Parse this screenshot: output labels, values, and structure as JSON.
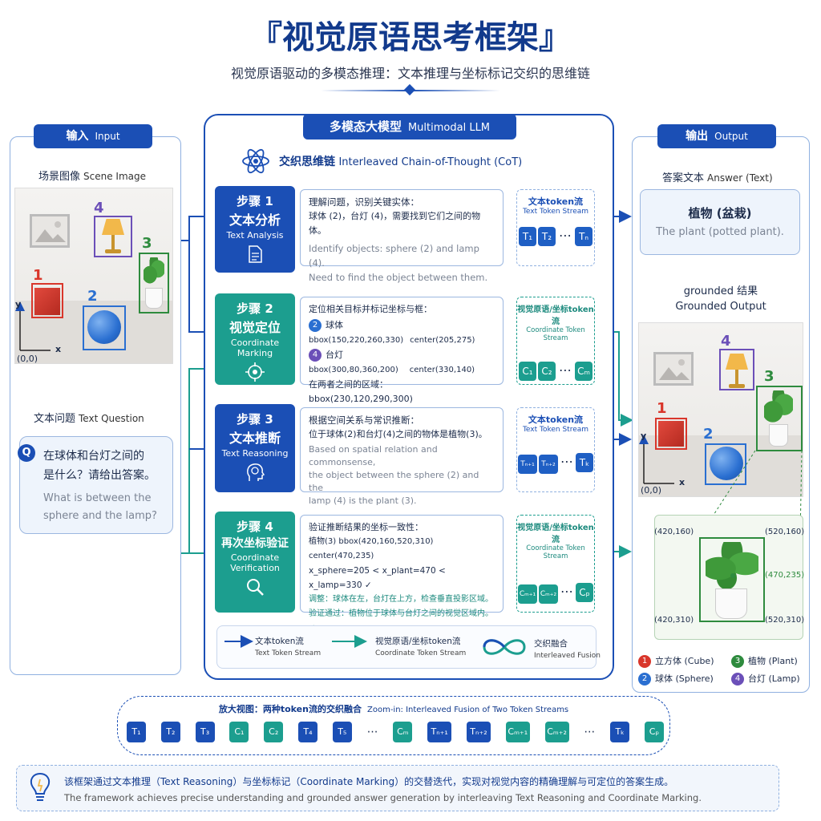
{
  "title": "『视觉原语思考框架』",
  "subtitle": "视觉原语驱动的多模态推理：文本推理与坐标标记交织的思维链",
  "input": {
    "header_cn": "输入",
    "header_en": "Input",
    "scene_cn": "场景图像",
    "scene_en": "Scene Image",
    "question_cn": "文本问题",
    "question_en": "Text Question",
    "q_icon": "Q",
    "q_text_cn_1": "在球体和台灯之间的",
    "q_text_cn_2": "是什么？请给出答案。",
    "q_text_en_1": "What is between the",
    "q_text_en_2": "sphere and the lamp?"
  },
  "scene": {
    "axis_y": "y",
    "axis_x": "x",
    "origin": "(0,0)",
    "labels": [
      "1",
      "2",
      "3",
      "4"
    ]
  },
  "llm": {
    "header_cn": "多模态大模型",
    "header_en": "Multimodal LLM",
    "cot_cn": "交织思维链",
    "cot_en": "Interleaved Chain-of-Thought (CoT)"
  },
  "steps": [
    {
      "step": "步骤 1",
      "name_cn": "文本分析",
      "name_en": "Text Analysis",
      "lines": [
        "理解问题，识别关键实体：",
        "球体 (2)，台灯 (4)，需要找到它们之间的物体。"
      ],
      "grey": [
        "Identify objects: sphere (2) and lamp (4).",
        "Need to find the object between them."
      ],
      "stream_cn": "文本token流",
      "stream_en": "Text Token Stream",
      "tokens": [
        "T₁",
        "T₂",
        "⋯",
        "Tₙ"
      ]
    },
    {
      "step": "步骤 2",
      "name_cn": "视觉定位",
      "name_en": "Coordinate Marking",
      "lines": [
        "定位相关目标并标记坐标与框："
      ],
      "items": [
        {
          "num": "2",
          "name": "球体",
          "bbox": "bbox(150,220,260,330)",
          "center": "center(205,275)"
        },
        {
          "num": "4",
          "name": "台灯",
          "bbox": "bbox(300,80,360,200)",
          "center": "center(330,140)"
        }
      ],
      "region": "在两者之间的区域：",
      "region_bbox": "bbox(230,120,290,300)",
      "stream_cn": "视觉原语/坐标token流",
      "stream_en": "Coordinate Token Stream",
      "tokens": [
        "C₁",
        "C₂",
        "⋯",
        "Cₘ"
      ]
    },
    {
      "step": "步骤 3",
      "name_cn": "文本推断",
      "name_en": "Text Reasoning",
      "lines": [
        "根据空间关系与常识推断：",
        "位于球体(2)和台灯(4)之间的物体是植物(3)。"
      ],
      "grey": [
        "Based on spatial relation and commonsense,",
        "the object between the sphere (2) and the",
        "lamp (4) is the plant (3)."
      ],
      "stream_cn": "文本token流",
      "stream_en": "Text Token Stream",
      "tokens": [
        "Tₙ₊₁",
        "Tₙ₊₂",
        "⋯",
        "Tₖ"
      ]
    },
    {
      "step": "步骤 4",
      "name_cn": "再次坐标验证",
      "name_en_1": "Coordinate",
      "name_en_2": "Verification",
      "lines": [
        "验证推断结果的坐标一致性：",
        "植物(3)   bbox(420,160,520,310)   center(470,235)"
      ],
      "ineq": "x_sphere=205 < x_plant=470 < x_lamp=330  ✓",
      "adjust": "调整：球体在左，台灯在上方，检查垂直投影区域。",
      "pass": "验证通过：植物位于球体与台灯之间的视觉区域内。✓",
      "stream_cn": "视觉原语/坐标token流",
      "stream_en": "Coordinate Token Stream",
      "tokens": [
        "Cₘ₊₁",
        "Cₘ₊₂",
        "⋯",
        "Cₚ"
      ]
    }
  ],
  "legend": {
    "text_cn": "文本token流",
    "text_en": "Text Token Stream",
    "coord_cn": "视觉原语/坐标token流",
    "coord_en": "Coordinate Token Stream",
    "fusion_cn": "交织融合",
    "fusion_en": "Interleaved Fusion"
  },
  "output": {
    "header_cn": "输出",
    "header_en": "Output",
    "answer_cn": "答案文本",
    "answer_en": "Answer (Text)",
    "answer_main": "植物 (盆栽)",
    "answer_sub": "The plant (potted plant).",
    "grounded_1": "grounded 结果",
    "grounded_2": "Grounded Output",
    "coords": {
      "tl": "(420,160)",
      "tr": "(520,160)",
      "center": "(470,235)",
      "bl": "(420,310)",
      "br": "(520,310)"
    },
    "legend": [
      {
        "num": "1",
        "label": "立方体 (Cube)",
        "color": "#d9362b"
      },
      {
        "num": "3",
        "label": "植物 (Plant)",
        "color": "#2e8b3e"
      },
      {
        "num": "2",
        "label": "球体 (Sphere)",
        "color": "#2a6fd1"
      },
      {
        "num": "4",
        "label": "台灯 (Lamp)",
        "color": "#6b4fb8"
      }
    ]
  },
  "zoom": {
    "title_cn": "放大视图：两种token流的交织融合",
    "title_en": "Zoom-in: Interleaved Fusion of Two Token Streams",
    "tokens": [
      {
        "t": "T₁",
        "k": "b"
      },
      {
        "t": "T₂",
        "k": "b"
      },
      {
        "t": "T₃",
        "k": "b"
      },
      {
        "t": "C₁",
        "k": "g"
      },
      {
        "t": "C₂",
        "k": "g"
      },
      {
        "t": "T₄",
        "k": "b"
      },
      {
        "t": "T₅",
        "k": "b"
      },
      {
        "t": "⋯",
        "k": "d"
      },
      {
        "t": "Cₘ",
        "k": "g"
      },
      {
        "t": "Tₙ₊₁",
        "k": "b"
      },
      {
        "t": "Tₙ₊₂",
        "k": "b"
      },
      {
        "t": "Cₘ₊₁",
        "k": "g"
      },
      {
        "t": "Cₘ₊₂",
        "k": "g"
      },
      {
        "t": "⋯",
        "k": "d"
      },
      {
        "t": "Tₖ",
        "k": "b"
      },
      {
        "t": "Cₚ",
        "k": "g"
      }
    ]
  },
  "footer": {
    "cn": "该框架通过文本推理（Text Reasoning）与坐标标记（Coordinate Marking）的交替迭代，实现对视觉内容的精确理解与可定位的答案生成。",
    "en": "The framework achieves precise understanding and grounded answer generation by interleaving Text Reasoning and Coordinate Marking."
  },
  "colors": {
    "blue": "#1b4fb5",
    "teal": "#1c9e8f",
    "red": "#d9362b",
    "green": "#2e8b3e",
    "purple": "#6b4fb8",
    "sphere": "#2a6fd1"
  }
}
